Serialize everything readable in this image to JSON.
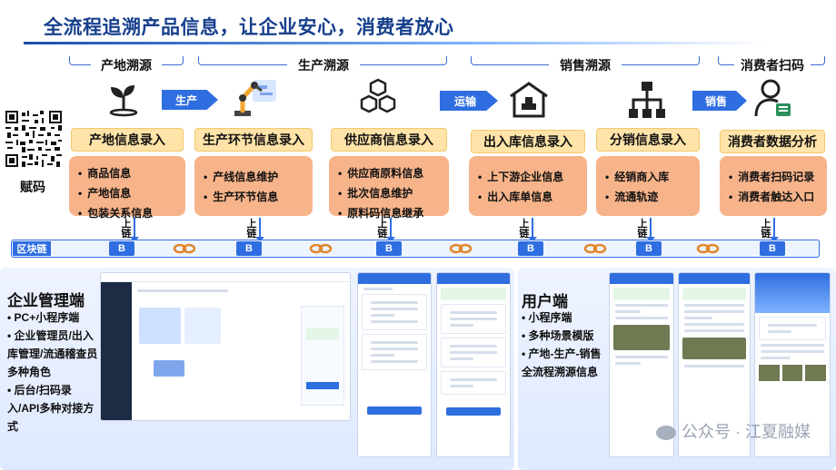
{
  "title": "全流程追溯产品信息，让企业安心，消费者放心",
  "stages": [
    "产地溯源",
    "生产溯源",
    "销售溯源",
    "消费者扫码"
  ],
  "flow_arrows": [
    "生产",
    "运输",
    "销售"
  ],
  "qr_label": "赋码",
  "columns": [
    {
      "head": "产地信息录入",
      "items": [
        "商品信息",
        "产地信息",
        "包装关系信息"
      ],
      "icon": "seedling-icon"
    },
    {
      "head": "生产环节信息录入",
      "items": [
        "产线信息维护",
        "生产环节信息"
      ],
      "icon": "robot-arm-icon"
    },
    {
      "head": "供应商信息录入",
      "items": [
        "供应商原料信息",
        "批次信息维护",
        "原料码信息继承"
      ],
      "icon": "cubes-icon"
    },
    {
      "head": "出入库信息录入",
      "items": [
        "上下游企业信息",
        "出入库单信息"
      ],
      "icon": "warehouse-icon"
    },
    {
      "head": "分销信息录入",
      "items": [
        "经销商入库",
        "流通轨迹"
      ],
      "icon": "hierarchy-icon"
    },
    {
      "head": "消费者数据分析",
      "items": [
        "消费者扫码记录",
        "消费者触达入口"
      ],
      "icon": "consumer-icon"
    }
  ],
  "chain_upload_label": "上链",
  "blockchain": {
    "title": "区块链",
    "node_label": "B"
  },
  "enterprise": {
    "title": "企业管理端",
    "items": [
      "PC+小程序端",
      "企业管理员/出入库管理/流通稽查员多种角色",
      "后台/扫码录入/API多种对接方式"
    ]
  },
  "user": {
    "title": "用户端",
    "items": [
      "小程序端",
      "多种场景模版",
      "产地-生产-销售全流程溯源信息"
    ]
  },
  "watermark": "公众号 · 江夏融媒",
  "colors": {
    "accent": "#2f6ee0",
    "title": "#163f8c",
    "head_box": "#ffe3a8",
    "body_box": "#f7b48a"
  }
}
